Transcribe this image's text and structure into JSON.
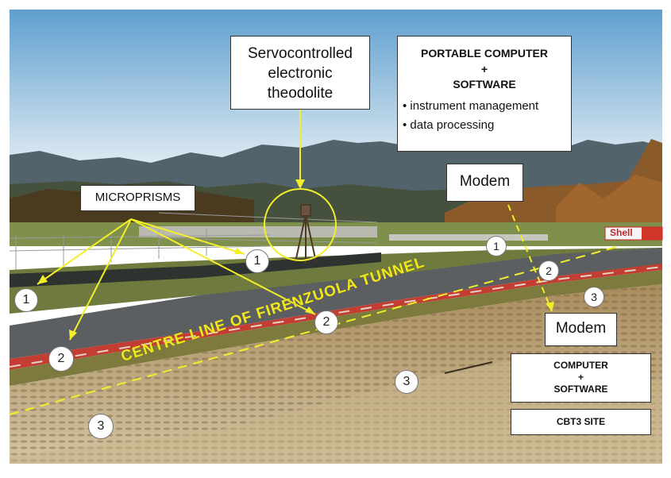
{
  "labels": {
    "theodolite": "Servocontrolled electronic theodolite",
    "computer_title": "PORTABLE COMPUTER",
    "computer_plus": "+",
    "computer_software": "SOFTWARE",
    "bullet_1": "• instrument management",
    "bullet_2": "• data processing",
    "modem": "Modem",
    "microprisms": "MICROPRISMS",
    "cbt3_computer": "COMPUTER",
    "cbt3_plus": "+",
    "cbt3_software": "SOFTWARE",
    "cbt3_site": "CBT3 SITE",
    "centre_line": "CENTRE LINE OF FIRENZUOLA TUNNEL",
    "shell_sign": "Shell"
  },
  "markers": [
    "1",
    "1",
    "1",
    "2",
    "2",
    "2",
    "3",
    "3",
    "3"
  ],
  "colors": {
    "annotation_yellow": "#f2ef29",
    "sky_top": "#5f9fcf",
    "sky_bottom": "#e1ecf2",
    "road": "#5c5f62",
    "gravel": "#bca57a",
    "kerb_red": "#c43d33"
  }
}
